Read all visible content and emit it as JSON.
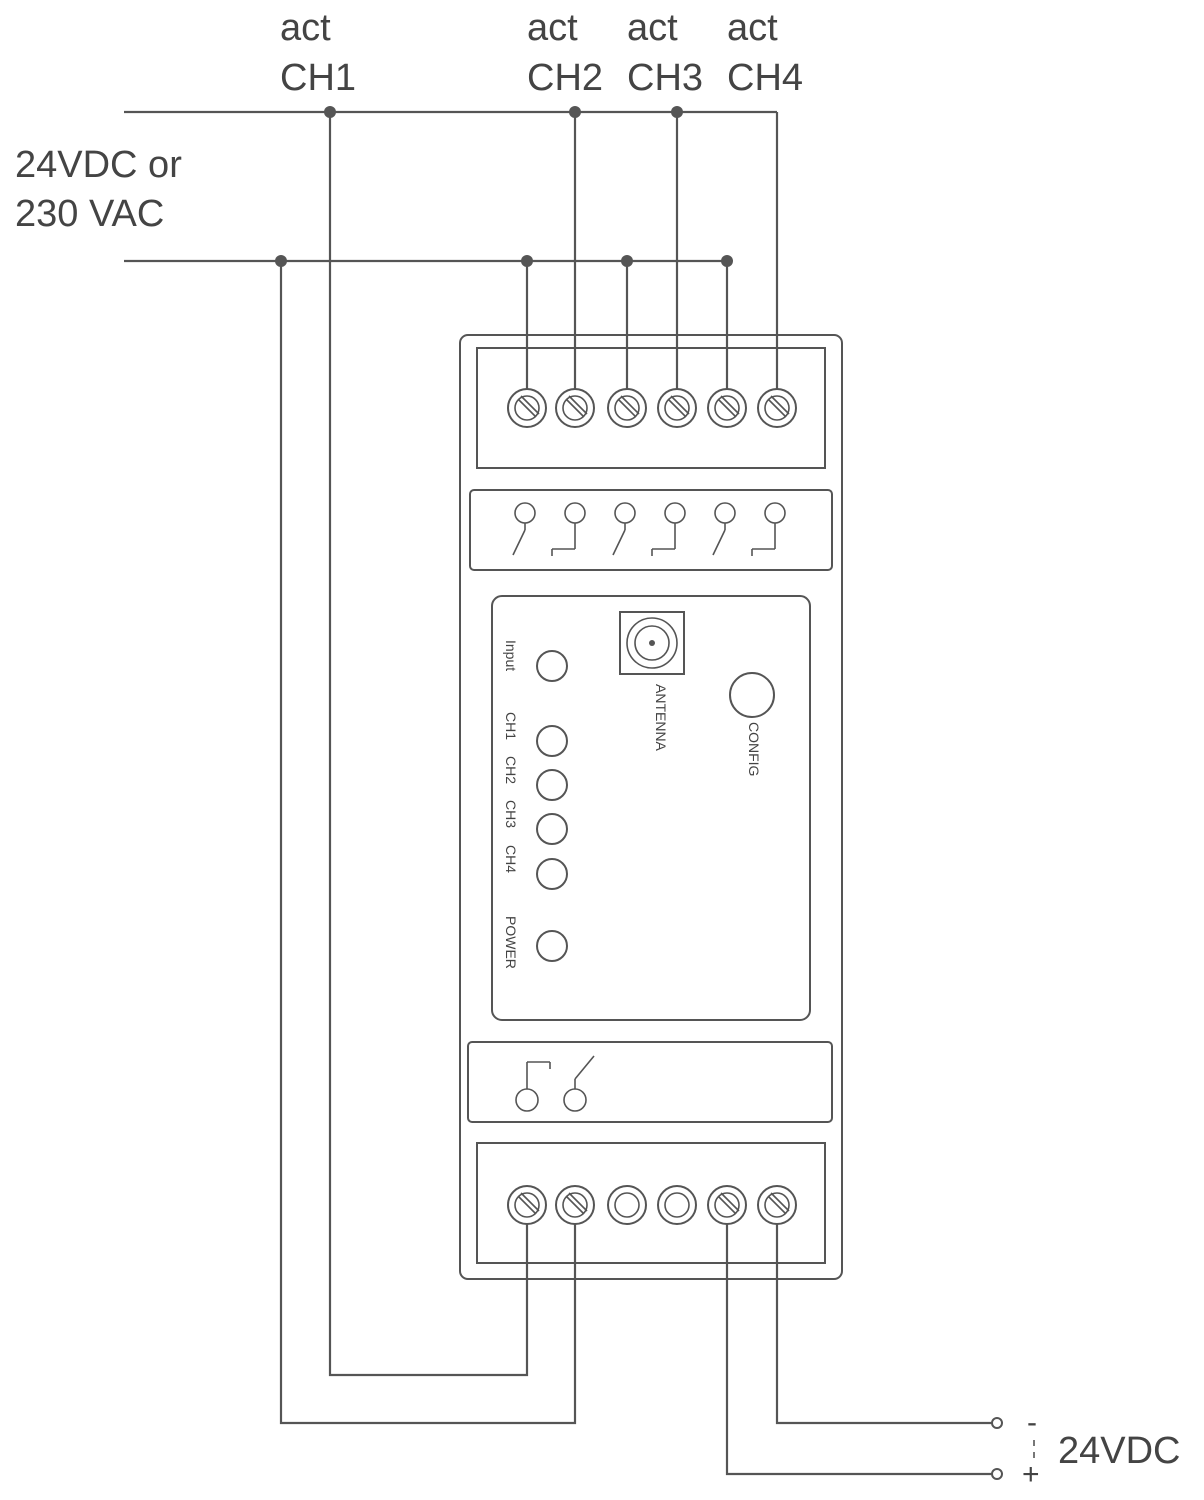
{
  "channels": [
    {
      "top": "act",
      "bottom": "CH1"
    },
    {
      "top": "act",
      "bottom": "CH2"
    },
    {
      "top": "act",
      "bottom": "CH3"
    },
    {
      "top": "act",
      "bottom": "CH4"
    }
  ],
  "supply": {
    "line1": "24VDC or",
    "line2": "230 VAC"
  },
  "device": {
    "antenna_label": "ANTENNA",
    "config_label": "CONFIG",
    "leds": [
      "Input",
      "CH1",
      "CH2",
      "CH3",
      "CH4",
      "POWER"
    ]
  },
  "dc_supply": {
    "minus": "-",
    "plus": "+",
    "label": "24VDC"
  }
}
